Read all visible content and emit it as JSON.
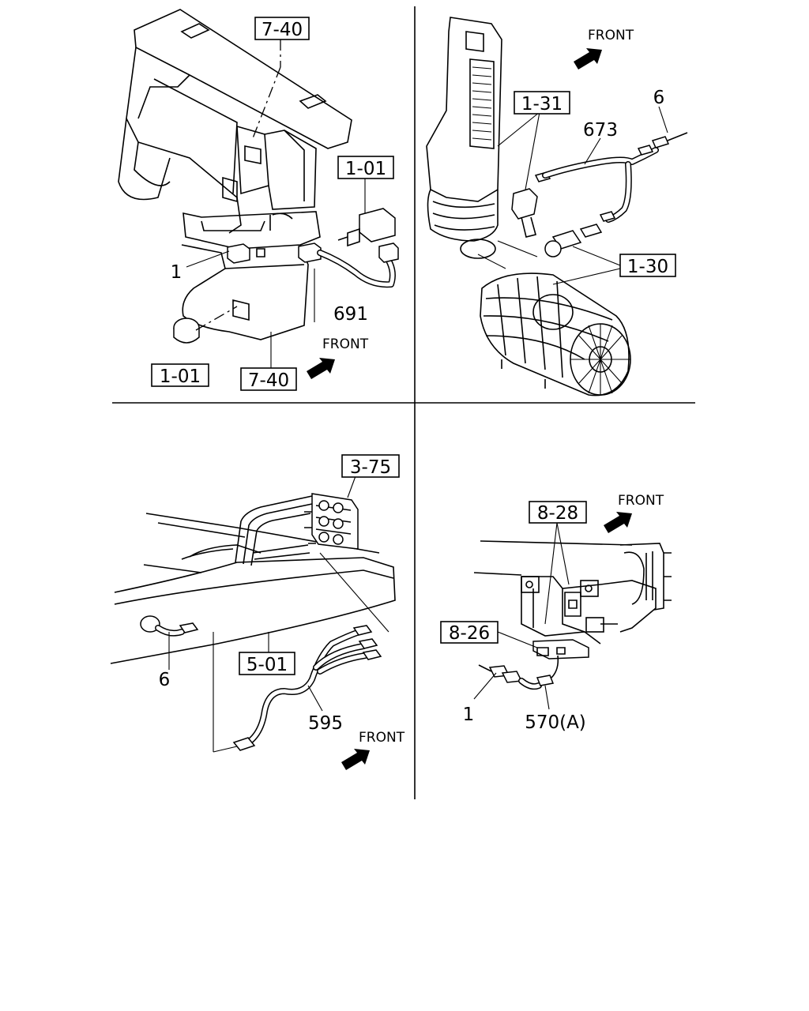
{
  "quadrants": {
    "top_left": {
      "callouts": {
        "ref_top": "7-40",
        "ref_switch": "1-01",
        "item_1": "1",
        "item_691": "691",
        "ref_cap": "1-01",
        "ref_bottom": "7-40",
        "front": "FRONT"
      }
    },
    "top_right": {
      "callouts": {
        "front": "FRONT",
        "ref_duct": "1-31",
        "item_6": "6",
        "item_673": "673",
        "ref_cleaner": "1-30"
      }
    },
    "bottom_left": {
      "callouts": {
        "ref_valve": "3-75",
        "ref_frame": "5-01",
        "item_6": "6",
        "item_595": "595",
        "front": "FRONT"
      }
    },
    "bottom_right": {
      "callouts": {
        "front": "FRONT",
        "ref_bracket": "8-28",
        "ref_mount": "8-26",
        "item_1": "1",
        "item_570a": "570(A)"
      }
    }
  },
  "icons": {
    "front_arrow": "front-direction-arrow-icon"
  }
}
